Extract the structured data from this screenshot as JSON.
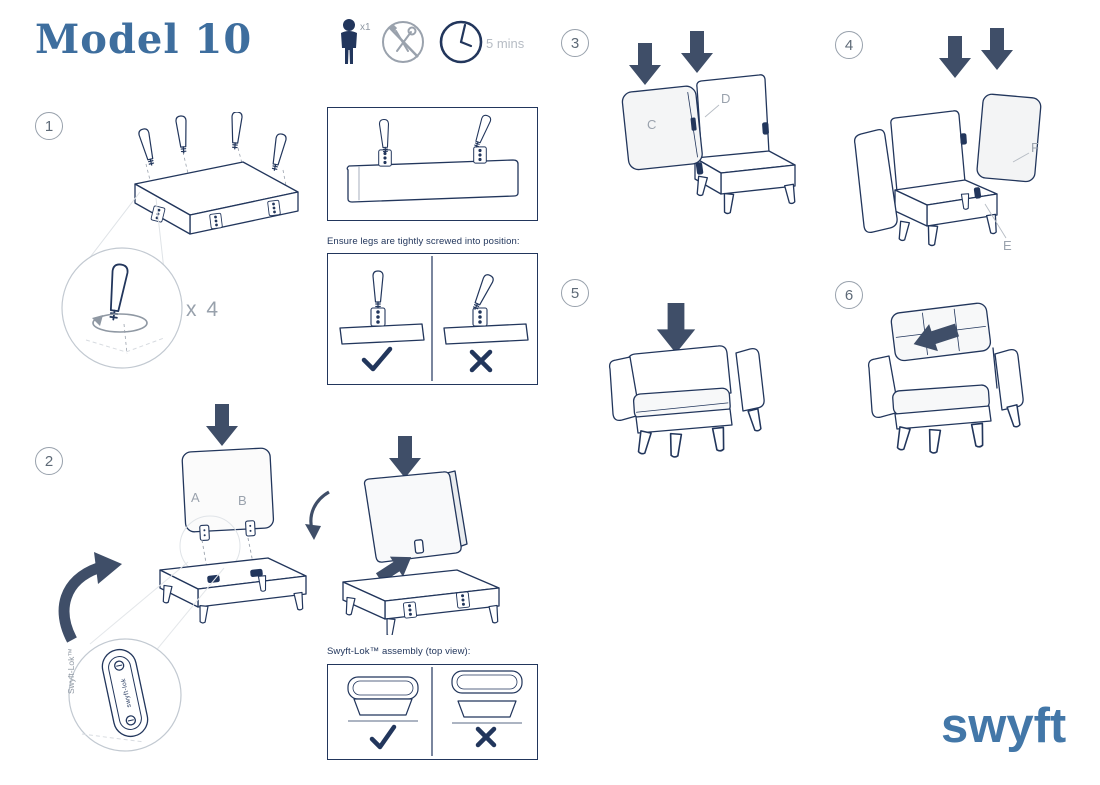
{
  "title": "Model 10",
  "logo": "swyft",
  "meta": {
    "person_count": "x1",
    "duration": "5 mins"
  },
  "steps": {
    "one": "1",
    "two": "2",
    "three": "3",
    "four": "4",
    "five": "5",
    "six": "6"
  },
  "notes": {
    "legs": "Ensure legs are tightly screwed into position:",
    "lok": "Swyft-Lok™ assembly (top view):"
  },
  "labels": {
    "legs_count": "x 4",
    "a": "A",
    "b": "B",
    "c": "C",
    "d": "D",
    "e": "E",
    "f": "F",
    "swyft_lok_vertical": "Swyft-Lok™",
    "lok_plate": "swyft-lok"
  },
  "colors": {
    "navy": "#22365c",
    "title_blue": "#3e6e9e",
    "logo_blue": "#4377a8",
    "arrow": "#3f4e68",
    "gray_label": "#9aa2ad"
  }
}
